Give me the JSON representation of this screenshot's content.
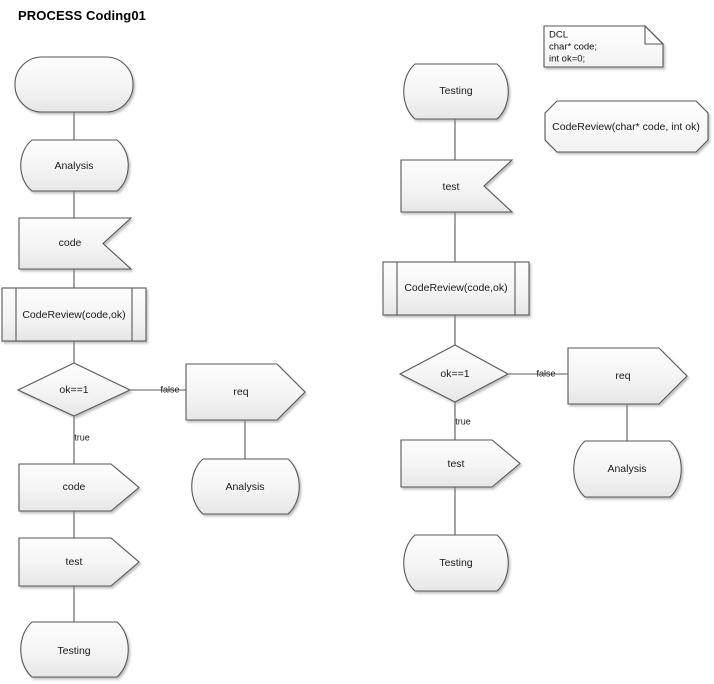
{
  "page": {
    "title": "PROCESS Coding01",
    "background": "#ffffff",
    "shape_border_color": "#595959",
    "shape_fill_top": "#fdfdfd",
    "shape_fill_bottom": "#e6e6e6",
    "connector_color": "#5a5a5a"
  },
  "left_flow": {
    "name": "left-column-flow",
    "nodes": [
      {
        "id": "start",
        "label": "",
        "shape": "terminator"
      },
      {
        "id": "analysis",
        "label": "Analysis",
        "shape": "stored-data"
      },
      {
        "id": "code1",
        "label": "code",
        "shape": "flag-notch"
      },
      {
        "id": "codereview1",
        "label": "CodeReview(code,ok)",
        "shape": "predefined-process"
      },
      {
        "id": "decision1",
        "label": "ok==1",
        "shape": "decision"
      },
      {
        "id": "req1",
        "label": "req",
        "shape": "arrow-pentagon"
      },
      {
        "id": "analysis2",
        "label": "Analysis",
        "shape": "stored-data"
      },
      {
        "id": "code2",
        "label": "code",
        "shape": "arrow-pentagon"
      },
      {
        "id": "test1",
        "label": "test",
        "shape": "arrow-pentagon"
      },
      {
        "id": "testing1",
        "label": "Testing",
        "shape": "stored-data"
      }
    ],
    "edge_labels": {
      "false": "false",
      "true": "true"
    }
  },
  "right_flow": {
    "name": "right-column-flow",
    "nodes": [
      {
        "id": "testing-start",
        "label": "Testing",
        "shape": "stored-data"
      },
      {
        "id": "test-flag",
        "label": "test",
        "shape": "flag-notch"
      },
      {
        "id": "codereview2",
        "label": "CodeReview(code,ok)",
        "shape": "predefined-process"
      },
      {
        "id": "decision2",
        "label": "ok==1",
        "shape": "decision"
      },
      {
        "id": "req2",
        "label": "req",
        "shape": "arrow-pentagon"
      },
      {
        "id": "analysis3",
        "label": "Analysis",
        "shape": "stored-data"
      },
      {
        "id": "test2",
        "label": "test",
        "shape": "arrow-pentagon"
      },
      {
        "id": "testing2",
        "label": "Testing",
        "shape": "stored-data"
      }
    ],
    "edge_labels": {
      "false": "false",
      "true": "true"
    }
  },
  "notes": {
    "declaration_note": {
      "shape": "note-folded-corner",
      "lines": [
        "DCL",
        "char* code;",
        "int ok=0;"
      ],
      "line1": "DCL",
      "line2": "char* code;",
      "line3": "int ok=0;"
    },
    "signature_note": {
      "shape": "cut-corner-rectangle",
      "text": "CodeReview(char* code, int ok)"
    }
  }
}
